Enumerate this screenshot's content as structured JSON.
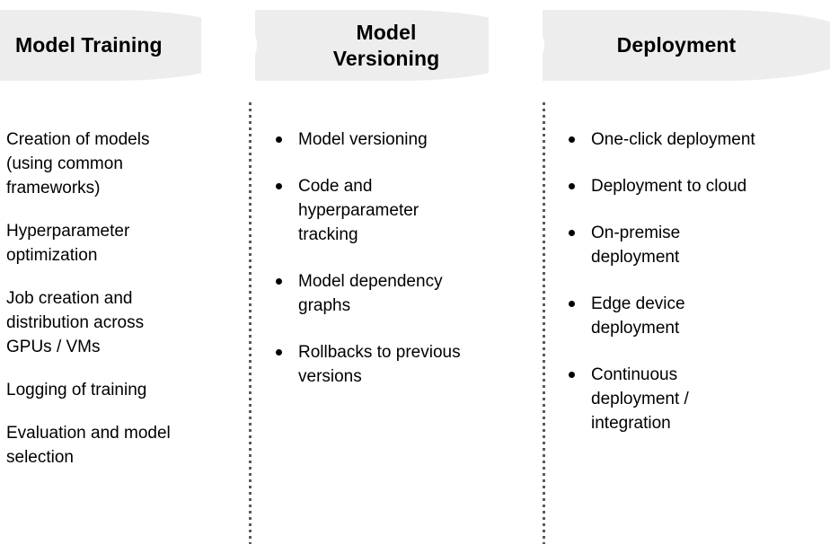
{
  "colors": {
    "band_fill": "#EDEDED",
    "page_background": "#FFFFFF",
    "text": "#000000",
    "divider_dot": "#5A5A5A",
    "bullet": "#000000"
  },
  "header": {
    "stages": [
      {
        "label": "Model Training",
        "align": "left"
      },
      {
        "label": "Model\nVersioning",
        "align": "center"
      },
      {
        "label": "Deployment",
        "align": "center"
      }
    ]
  },
  "columns": [
    {
      "stage": "Model Training",
      "bulleted": false,
      "items": [
        "Creation of models\n(using common\nframeworks)",
        "Hyperparameter\noptimization",
        "Job creation and\ndistribution across\nGPUs / VMs",
        "Logging of training",
        "Evaluation and model\nselection"
      ]
    },
    {
      "stage": "Model Versioning",
      "bulleted": true,
      "items": [
        "Model versioning",
        "Code and\nhyperparameter\ntracking",
        "Model dependency\ngraphs",
        "Rollbacks to previous\nversions"
      ]
    },
    {
      "stage": "Deployment",
      "bulleted": true,
      "items": [
        "One-click deployment",
        "Deployment to cloud",
        "On-premise\ndeployment",
        "Edge device\ndeployment",
        "Continuous\ndeployment /\nintegration"
      ]
    }
  ]
}
